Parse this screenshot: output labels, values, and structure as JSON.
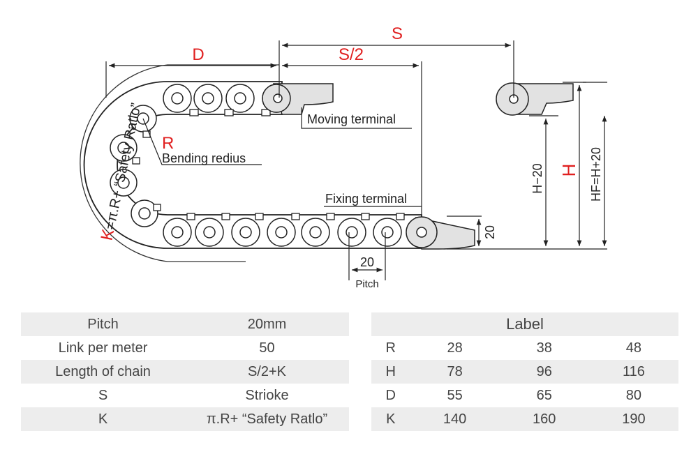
{
  "diagram": {
    "dim_s": "S",
    "dim_s_half": "S/2",
    "dim_d": "D",
    "label_r": "R",
    "bending_radius": "Bending redius",
    "moving_terminal": "Moving terminal",
    "fixing_terminal": "Fixing terminal",
    "k_formula_k": "K",
    "k_formula_rest": "=π.R+ “Safety Ratlo”",
    "dim_h20": "H−20",
    "dim_h": "H",
    "dim_hf": "HF=H+20",
    "dim_20_vertical": "20",
    "dim_20_pitch": "20",
    "pitch_label": "Pitch",
    "colors": {
      "red": "#e02020",
      "line": "#222222",
      "terminal_fill": "#e2e2e2"
    }
  },
  "spec_table": [
    {
      "param": "Pitch",
      "value": "20mm"
    },
    {
      "param": "Link per meter",
      "value": "50"
    },
    {
      "param": "Length of chain",
      "value": "S/2+K"
    },
    {
      "param": "S",
      "value": "Strioke"
    },
    {
      "param": "K",
      "value": "π.R+ “Safety Ratlo”"
    }
  ],
  "label_table": {
    "header": "Label",
    "rows": [
      {
        "key": "R",
        "values": [
          "28",
          "38",
          "48"
        ]
      },
      {
        "key": "H",
        "values": [
          "78",
          "96",
          "116"
        ]
      },
      {
        "key": "D",
        "values": [
          "55",
          "65",
          "80"
        ]
      },
      {
        "key": "K",
        "values": [
          "140",
          "160",
          "190"
        ]
      }
    ]
  }
}
